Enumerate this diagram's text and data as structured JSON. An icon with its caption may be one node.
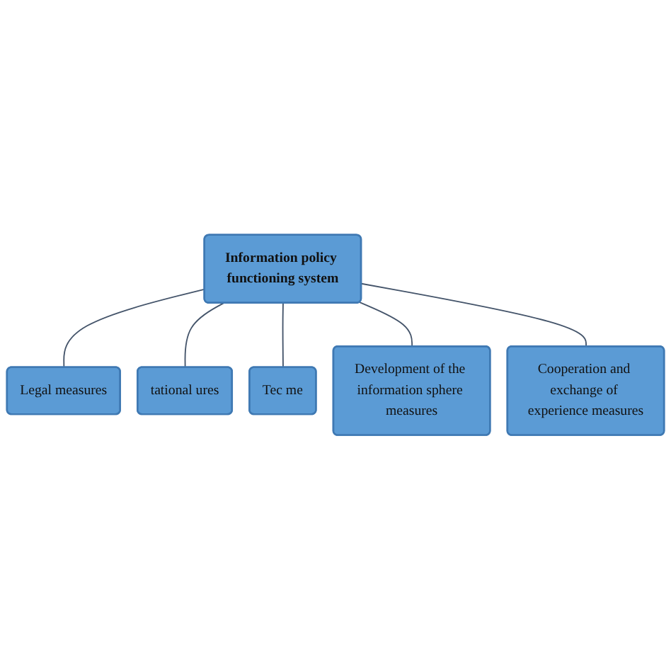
{
  "diagram": {
    "nodes": [
      {
        "text": [
          "Legal measures"
        ]
      },
      {
        "text": [
          "tational ures"
        ]
      },
      {
        "text": [
          "Tec me"
        ]
      },
      {
        "text": [
          "Information policy functioning system"
        ]
      },
      {
        "text": [
          "Development of the information sphere measures"
        ]
      },
      {
        "text": [
          "Cooperation and exchange of experience measures"
        ]
      }
    ],
    "edges": [
      {
        "from": 3,
        "to": 0,
        "arrow": "none"
      },
      {
        "from": 3,
        "to": 1,
        "arrow": "none"
      },
      {
        "from": 3,
        "to": 2,
        "arrow": "none"
      },
      {
        "from": 3,
        "to": 4,
        "arrow": "none"
      },
      {
        "from": 3,
        "to": 5,
        "arrow": "none"
      }
    ]
  }
}
